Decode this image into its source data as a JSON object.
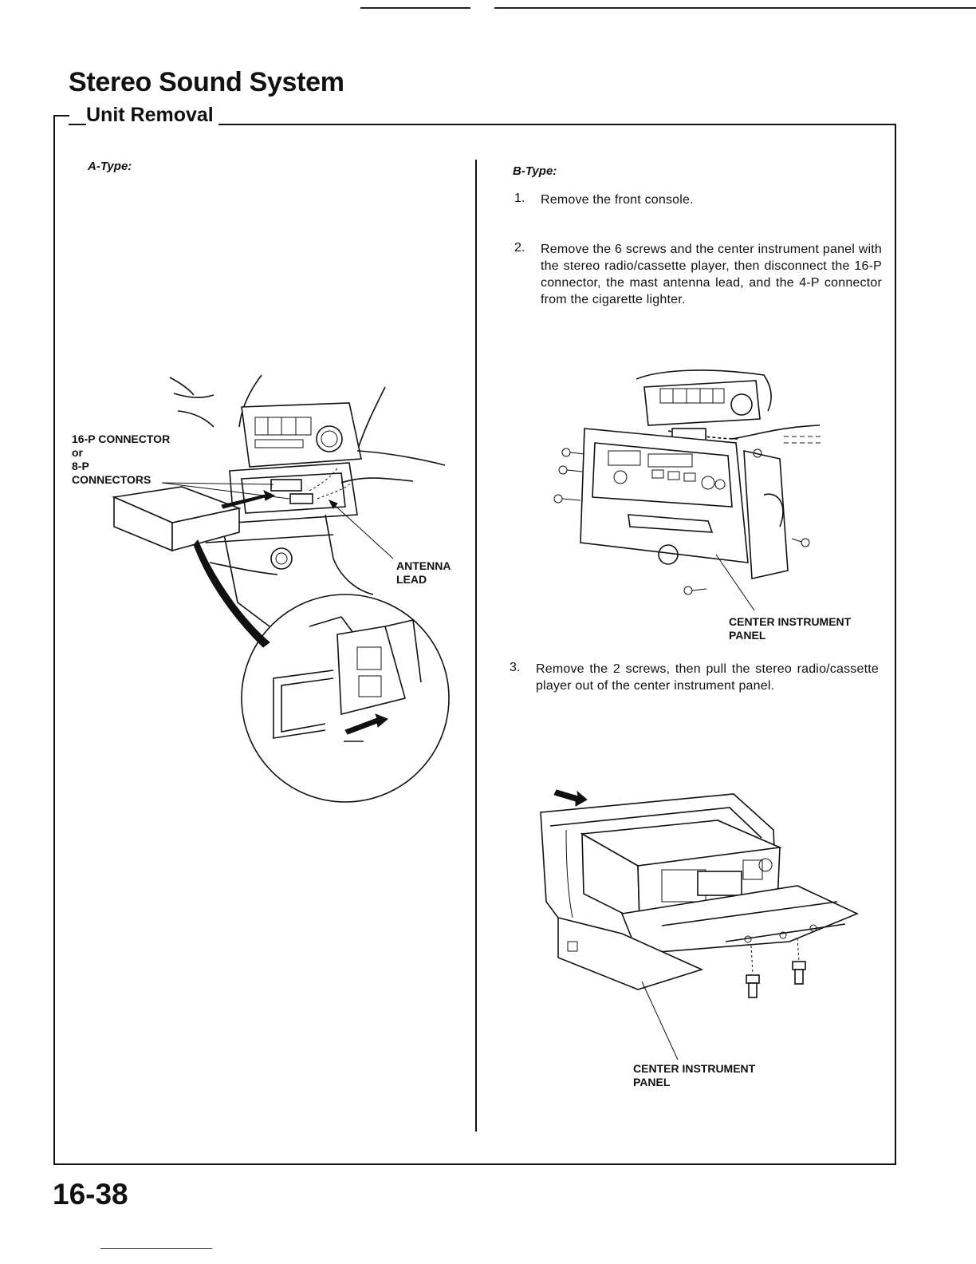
{
  "header": {
    "title": "Stereo Sound System",
    "subtitle": "Unit Removal"
  },
  "a_type": {
    "label": "A-Type:",
    "callouts": {
      "connector": "16-P CONNECTOR\nor\n8-P\nCONNECTORS",
      "antenna": "ANTENNA\nLEAD"
    }
  },
  "b_type": {
    "label": "B-Type:",
    "steps": [
      {
        "num": "1.",
        "text": "Remove the front console."
      },
      {
        "num": "2.",
        "text": "Remove the 6 screws and the center instrument panel with the stereo radio/cassette player, then disconnect the 16-P connector, the mast antenna lead, and the 4-P connector from the cigarette lighter."
      },
      {
        "num": "3.",
        "text": "Remove the 2 screws, then pull the stereo radio/cassette player out of the center instrument panel."
      }
    ],
    "callouts": {
      "panel_1": "CENTER INSTRUMENT\nPANEL",
      "panel_2": "CENTER INSTRUMENT\nPANEL"
    }
  },
  "footer": {
    "page_number": "16-38"
  }
}
